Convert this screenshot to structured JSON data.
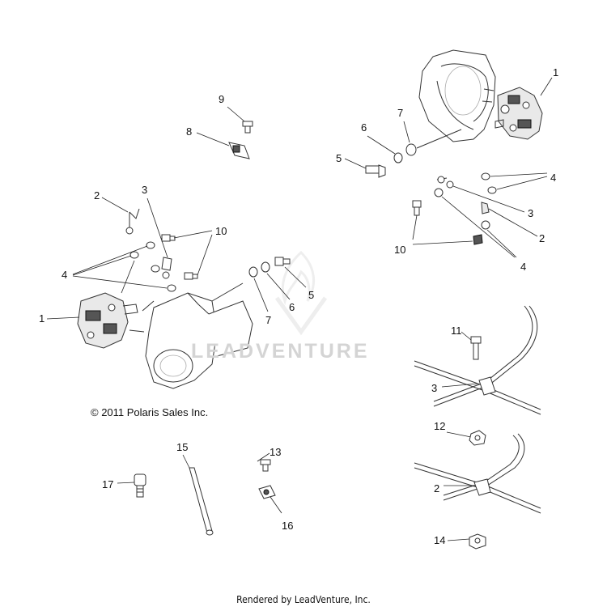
{
  "copyright": "© 2011 Polaris Sales Inc.",
  "watermark": "LEADVENTURE",
  "footer": "Rendered by LeadVenture, Inc.",
  "callouts": {
    "c1_right": "1",
    "c7_right": "7",
    "c6_right": "6",
    "c5_right": "5",
    "c4_right_top": "4",
    "c3_right": "3",
    "c2_right": "2",
    "c10_right": "10",
    "c4_right_bottom": "4",
    "c9": "9",
    "c8": "8",
    "c2_left": "2",
    "c3_left": "3",
    "c10_left": "10",
    "c4_left": "4",
    "c1_left": "1",
    "c5_left": "5",
    "c6_left": "6",
    "c7_left": "7",
    "c11": "11",
    "c3_line": "3",
    "c12": "12",
    "c2_line": "2",
    "c14": "14",
    "c15": "15",
    "c13": "13",
    "c17": "17",
    "c16": "16"
  },
  "watermark_icon": "leadventure-flame-icon"
}
